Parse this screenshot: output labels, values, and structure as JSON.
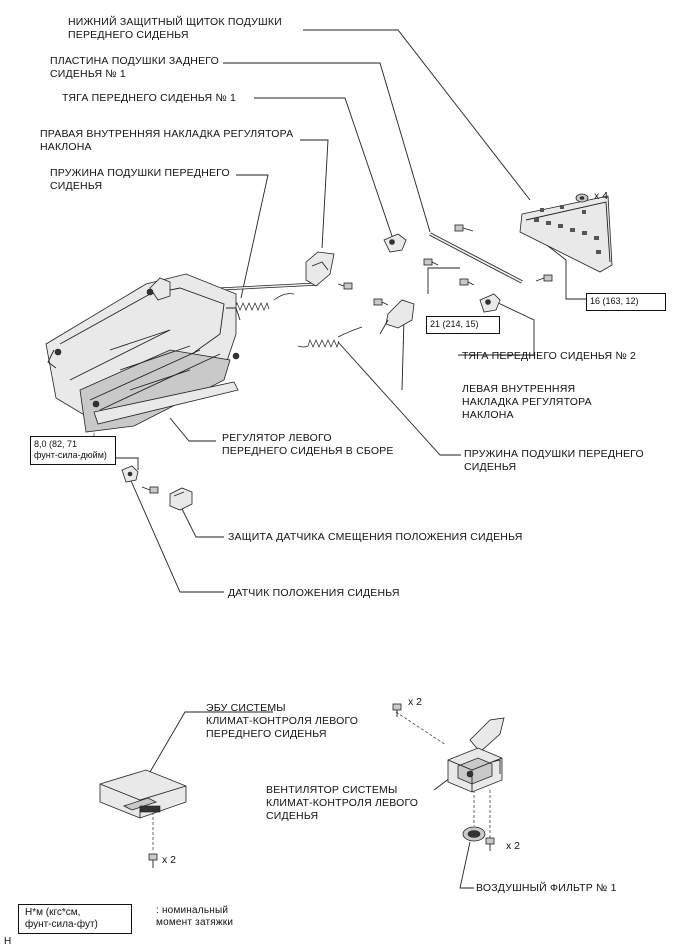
{
  "labels": {
    "cushion_lower_shield": "НИЖНИЙ ЗАЩИТНЫЙ ЩИТОК ПОДУШКИ\nПЕРЕДНЕГО СИДЕНЬЯ",
    "rear_cushion_plate": "ПЛАСТИНА ПОДУШКИ ЗАДНЕГО\nСИДЕНЬЯ № 1",
    "front_seat_rod_1": "ТЯГА ПЕРЕДНЕГО СИДЕНЬЯ № 1",
    "right_recliner_cover": "ПРАВАЯ ВНУТРЕННЯЯ НАКЛАДКА РЕГУЛЯТОРА\nНАКЛОНА",
    "cushion_spring_top": "ПРУЖИНА ПОДУШКИ ПЕРЕДНЕГО\nСИДЕНЬЯ",
    "front_seat_rod_2": "ТЯГА ПЕРЕДНЕГО СИДЕНЬЯ № 2",
    "left_recliner_cover": "ЛЕВАЯ ВНУТРЕННЯЯ\nНАКЛАДКА РЕГУЛЯТОРА\nНАКЛОНА",
    "left_seat_adjuster": "РЕГУЛЯТОР ЛЕВОГО\nПЕРЕДНЕГО СИДЕНЬЯ В СБОРЕ",
    "cushion_spring_bottom": "ПРУЖИНА ПОДУШКИ ПЕРЕДНЕГО\nСИДЕНЬЯ",
    "position_sensor_protector": "ЗАЩИТА ДАТЧИКА СМЕЩЕНИЯ ПОЛОЖЕНИЯ СИДЕНЬЯ",
    "position_sensor": "ДАТЧИК ПОЛОЖЕНИЯ СИДЕНЬЯ",
    "climate_ecu": "ЭБУ СИСТЕМЫ\nКЛИМАТ-КОНТРОЛЯ ЛЕВОГО\nПЕРЕДНЕГО СИДЕНЬЯ",
    "climate_fan": "ВЕНТИЛЯТОР СИСТЕМЫ\nКЛИМАТ-КОНТРОЛЯ ЛЕВОГО\nСИДЕНЬЯ",
    "air_filter": "ВОЗДУШНЫЙ ФИЛЬТР № 1"
  },
  "torques": {
    "t16": "16 (163, 12)",
    "t21": "21 (214, 15)",
    "t8": "8,0 (82, 71\nфунт-сила-дюйм)"
  },
  "quantities": {
    "shield_nuts": "x 4",
    "fan_top_bolts": "x 2",
    "ecu_bolts": "x 2",
    "fan_bottom_bolts": "x 2"
  },
  "legend": {
    "units": "Н*м (кгс*см,\nфунт-сила-фут)",
    "description": ": номинальный\nмомент затяжки"
  },
  "footer_mark": "H",
  "icons": [
    "bolt-icon",
    "nut-icon",
    "spring-icon",
    "seat-frame-icon",
    "ecu-icon",
    "fan-icon",
    "filter-icon"
  ]
}
